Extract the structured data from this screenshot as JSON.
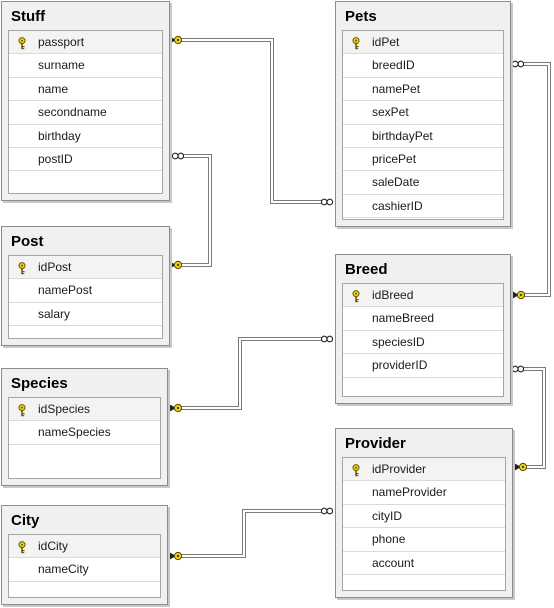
{
  "tables": {
    "stuff": {
      "title": "Stuff",
      "columns": [
        "passport",
        "surname",
        "name",
        "secondname",
        "birthday",
        "postID"
      ],
      "primary_key": "passport"
    },
    "pets": {
      "title": "Pets",
      "columns": [
        "idPet",
        "breedID",
        "namePet",
        "sexPet",
        "birthdayPet",
        "pricePet",
        "saleDate",
        "cashierID"
      ],
      "primary_key": "idPet"
    },
    "post": {
      "title": "Post",
      "columns": [
        "idPost",
        "namePost",
        "salary"
      ],
      "primary_key": "idPost"
    },
    "breed": {
      "title": "Breed",
      "columns": [
        "idBreed",
        "nameBreed",
        "speciesID",
        "providerID"
      ],
      "primary_key": "idBreed"
    },
    "species": {
      "title": "Species",
      "columns": [
        "idSpecies",
        "nameSpecies"
      ],
      "primary_key": "idSpecies"
    },
    "provider": {
      "title": "Provider",
      "columns": [
        "idProvider",
        "nameProvider",
        "cityID",
        "phone",
        "account"
      ],
      "primary_key": "idProvider"
    },
    "city": {
      "title": "City",
      "columns": [
        "idCity",
        "nameCity"
      ],
      "primary_key": "idCity"
    }
  },
  "relationships": [
    {
      "one": "Stuff.passport",
      "many": "Pets.cashierID"
    },
    {
      "one": "Post.idPost",
      "many": "Stuff.postID"
    },
    {
      "one": "Breed.idBreed",
      "many": "Pets.breedID"
    },
    {
      "one": "Species.idSpecies",
      "many": "Breed.speciesID"
    },
    {
      "one": "Provider.idProvider",
      "many": "Breed.providerID"
    },
    {
      "one": "City.idCity",
      "many": "Provider.cityID"
    }
  ],
  "icons": {
    "primary_key": "key-icon",
    "one_end": "key-endpoint-icon",
    "many_end": "infinity-endpoint-icon"
  },
  "colors": {
    "key_yellow": "#f2d21a",
    "connector": "#7a7a7a"
  }
}
